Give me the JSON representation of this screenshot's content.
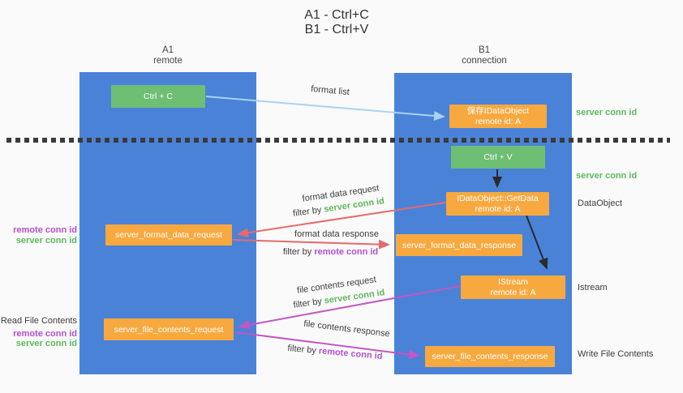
{
  "title": {
    "line1": "A1 - Ctrl+C",
    "line2": "B1 - Ctrl+V"
  },
  "columns": {
    "a": {
      "id": "A1",
      "name": "remote"
    },
    "b": {
      "id": "B1",
      "name": "connection"
    }
  },
  "nodes": {
    "ctrl_c": "Ctrl + C",
    "save_idataobject": {
      "line1": "保存IDataObject",
      "line2": "remote id: A"
    },
    "ctrl_v": "Ctrl + V",
    "getdata": {
      "line1": "IDataObject::GetData",
      "line2": "remote id: A"
    },
    "format_request": "server_format_data_request",
    "format_response": "server_format_data_response",
    "istream": {
      "line1": "IStream",
      "line2": "remote id: A"
    },
    "file_request": "server_file_contents_request",
    "file_response": "server_file_contents_response"
  },
  "flow_labels": {
    "format_list": "format list",
    "format_data_request": "format data request",
    "format_data_response": "format data response",
    "file_contents_request": "file contents request",
    "file_contents_response": "file contents response",
    "filter_by": "filter by",
    "server_conn_id": "server conn id",
    "remote_conn_id": "remote conn id"
  },
  "right_labels": {
    "server_conn_id_top": "server conn id",
    "server_conn_id_mid": "server conn id",
    "dataobject": "DataObject",
    "istream": "Istream",
    "write_file_contents": "Write File Contents"
  },
  "left_labels": {
    "group1": {
      "remote": "remote conn id",
      "server": "server conn id"
    },
    "group2": {
      "title": "Read File Contents",
      "remote": "remote conn id",
      "server": "server conn id"
    }
  },
  "colors": {
    "column_blue": "#4a82d8",
    "node_green": "#6ebe73",
    "node_orange": "#f7a93f",
    "label_green": "#5cb85c",
    "label_purple": "#b04fd0",
    "arrow_red": "#e56b6b",
    "arrow_magenta": "#c257c2",
    "arrow_light_blue": "#a9d3ee",
    "arrow_black": "#2b2b2b",
    "dash_line": "#3a3a3a",
    "background": "#fafafa"
  }
}
